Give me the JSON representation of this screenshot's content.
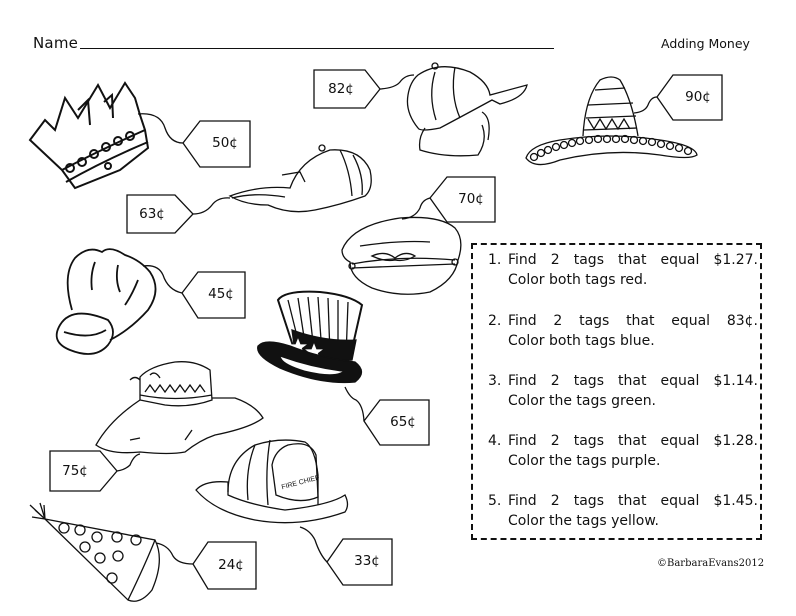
{
  "header": {
    "name_label": "Name",
    "title": "Adding Money"
  },
  "tags": [
    {
      "id": "crown",
      "item": "crown",
      "price": "50¢"
    },
    {
      "id": "cap-backwards",
      "item": "baseball cap with neck flap",
      "price": "82¢"
    },
    {
      "id": "sombrero",
      "item": "sombrero",
      "price": "90¢"
    },
    {
      "id": "baseball-cap",
      "item": "baseball cap",
      "price": "63¢"
    },
    {
      "id": "captain-hat",
      "item": "captain hat",
      "price": "70¢"
    },
    {
      "id": "chef-hat",
      "item": "chef hat",
      "price": "45¢"
    },
    {
      "id": "uncle-sam-hat",
      "item": "top hat with stars and stripes",
      "price": "65¢"
    },
    {
      "id": "sun-hat",
      "item": "floppy sun hat",
      "price": "75¢"
    },
    {
      "id": "fire-helmet",
      "item": "fire chief helmet",
      "price": "33¢"
    },
    {
      "id": "party-hat",
      "item": "party hat",
      "price": "24¢"
    }
  ],
  "instructions": [
    {
      "number": "1.",
      "line1": [
        "Find",
        "2",
        "tags",
        "that",
        "equal",
        "$1.27."
      ],
      "line2": "Color both tags red."
    },
    {
      "number": "2.",
      "line1": [
        "Find",
        "2",
        "tags",
        "that",
        "equal",
        "83¢."
      ],
      "line2": "Color both tags blue."
    },
    {
      "number": "3.",
      "line1": [
        "Find",
        "2",
        "tags",
        "that",
        "equal",
        "$1.14."
      ],
      "line2": "Color the tags green."
    },
    {
      "number": "4.",
      "line1": [
        "Find",
        "2",
        "tags",
        "that",
        "equal",
        "$1.28."
      ],
      "line2": "Color the tags purple."
    },
    {
      "number": "5.",
      "line1": [
        "Find",
        "2",
        "tags",
        "that",
        "equal",
        "$1.45."
      ],
      "line2": "Color the tags yellow."
    }
  ],
  "footer": {
    "copyright": "©BarbaraEvans2012"
  }
}
